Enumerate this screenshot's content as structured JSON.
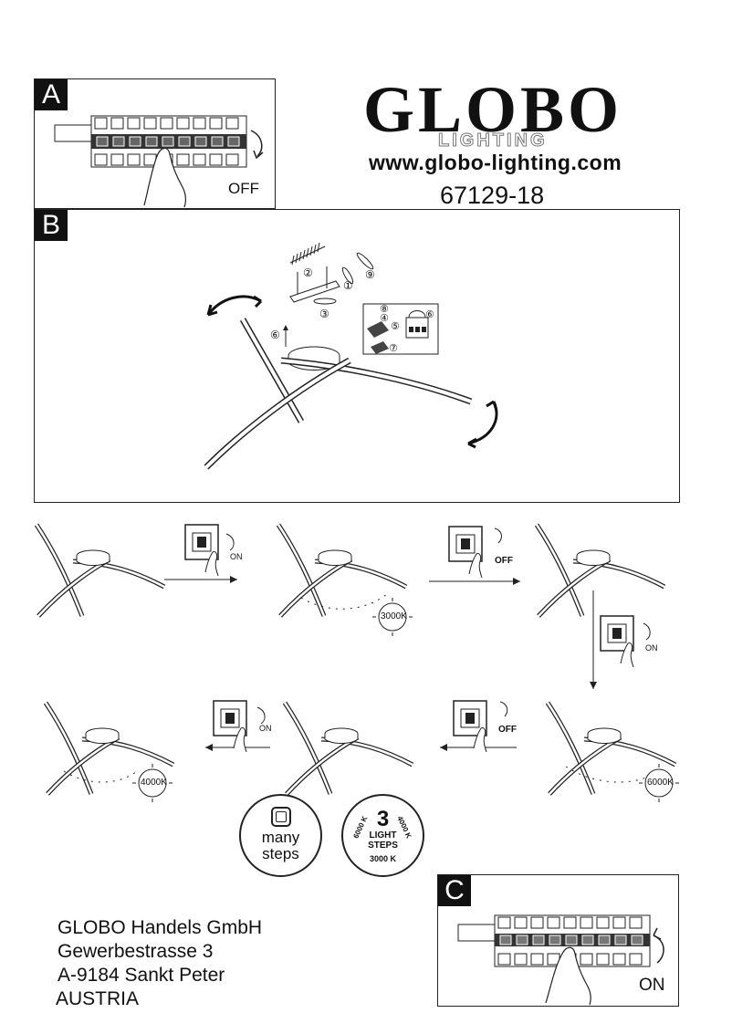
{
  "header": {
    "brand": "GLOBO",
    "brand_sub": "LIGHTING",
    "url": "www.globo-lighting.com",
    "model": "67129-18"
  },
  "panels": {
    "a": {
      "letter": "A",
      "switch_label": "OFF"
    },
    "b": {
      "letter": "B",
      "steps": [
        "②",
        "①",
        "⑨",
        "③",
        "⑧",
        "④",
        "⑤",
        "⑥",
        "⑦",
        "⑥"
      ]
    },
    "c": {
      "letter": "C",
      "switch_label": "ON"
    }
  },
  "sequence": {
    "on_label": "ON",
    "off_label": "OFF",
    "temps": [
      "3000K",
      "6000K",
      "4000K"
    ]
  },
  "badges": {
    "many_steps": [
      "many",
      "steps"
    ],
    "light_steps": {
      "number": "3",
      "line1": "LIGHT",
      "line2": "STEPS",
      "k_bottom": "3000 K",
      "k_left": "6000 K",
      "k_right": "4000 K"
    }
  },
  "address": {
    "company": "GLOBO Handels GmbH",
    "street": "Gewerbestrasse 3",
    "city": "A-9184 Sankt Peter",
    "country": "AUSTRIA"
  },
  "colors": {
    "ink": "#111111",
    "panel_label_bg": "#111111"
  }
}
